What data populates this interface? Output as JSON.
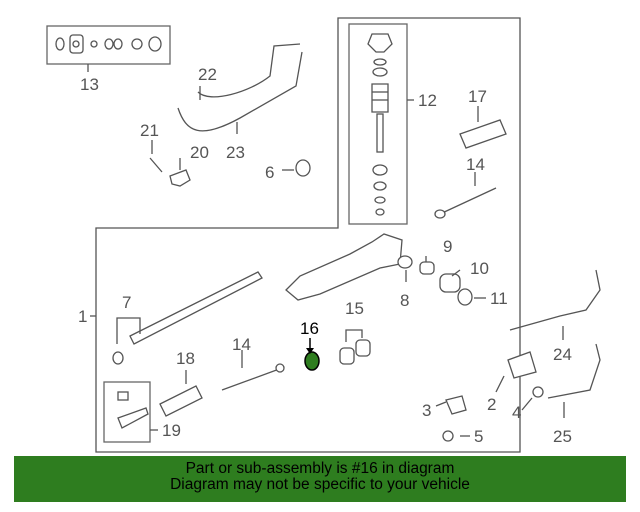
{
  "labels": {
    "l1": "1",
    "l2": "2",
    "l3": "3",
    "l4": "4",
    "l5": "5",
    "l6": "6",
    "l7": "7",
    "l8": "8",
    "l9": "9",
    "l10": "10",
    "l11": "11",
    "l12": "12",
    "l13": "13",
    "l14a": "14",
    "l14b": "14",
    "l15": "15",
    "l16": "16",
    "l17": "17",
    "l18": "18",
    "l19": "19",
    "l20": "20",
    "l21": "21",
    "l22": "22",
    "l23": "23",
    "l24": "24",
    "l25": "25"
  },
  "highlighted_part": "16",
  "highlight_color": "#2e7d1f",
  "banner": {
    "line1": "Part or sub-assembly is #16 in diagram",
    "line2": "Diagram may not be specific to your vehicle",
    "background": "#2e7d1f"
  }
}
